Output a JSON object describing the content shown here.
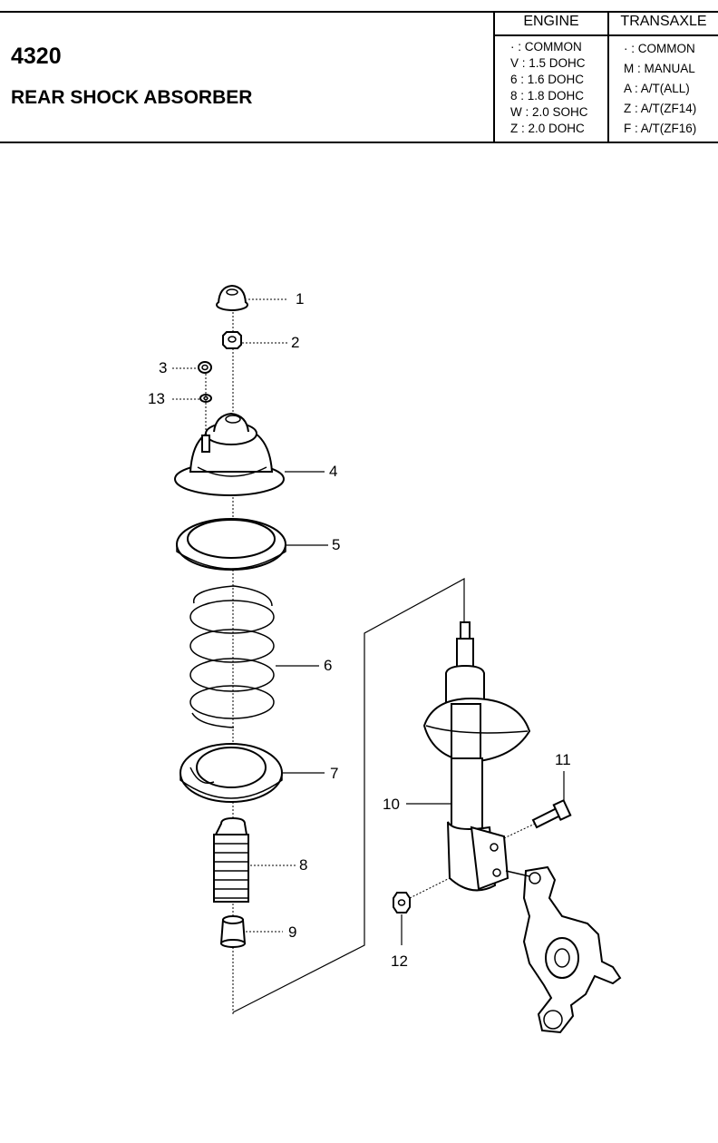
{
  "header": {
    "code": "4320",
    "title": "REAR SHOCK ABSORBER",
    "engine": {
      "heading": "ENGINE",
      "rows": [
        "· : COMMON",
        "V : 1.5 DOHC",
        "6 : 1.6 DOHC",
        "8 : 1.8 DOHC",
        "W : 2.0 SOHC",
        "Z : 2.0 DOHC"
      ]
    },
    "transaxle": {
      "heading": "TRANSAXLE",
      "rows": [
        "· : COMMON",
        "M : MANUAL",
        "A : A/T(ALL)",
        "Z : A/T(ZF14)",
        "F : A/T(ZF16)"
      ]
    }
  },
  "diagram": {
    "callouts": [
      "1",
      "2",
      "3",
      "13",
      "4",
      "5",
      "6",
      "7",
      "8",
      "9",
      "10",
      "11",
      "12"
    ]
  }
}
